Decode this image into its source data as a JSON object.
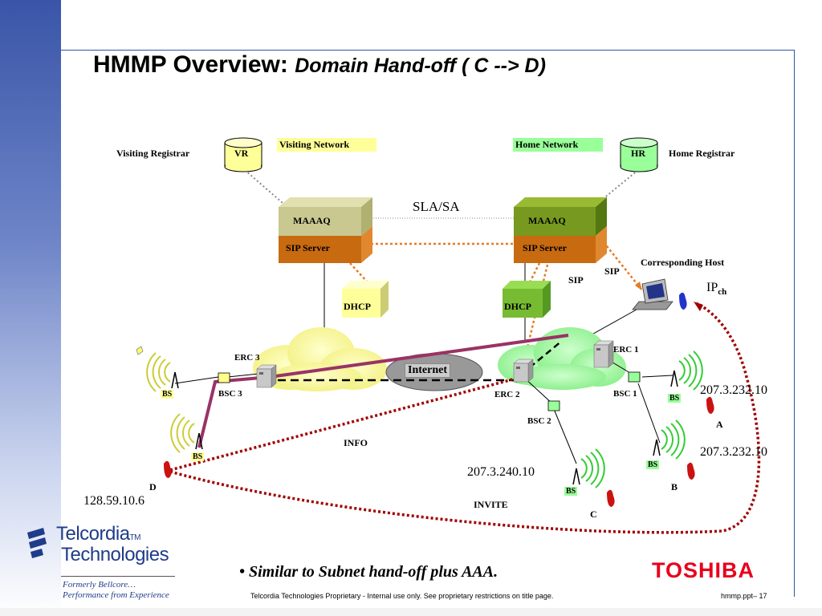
{
  "slide": {
    "title_main": "HMMP Overview:",
    "title_sub": "Domain Hand-off ( C --> D)",
    "bullet": "• Similar to Subnet hand-off plus AAA.",
    "footer": "Telcordia Technologies Proprietary - Internal use only.  See proprietary restrictions on title page.",
    "page_number": "hmmp.ppt– 17"
  },
  "logos": {
    "telcordia_line1": "Telcordia",
    "telcordia_tm": "TM",
    "telcordia_line2": "Technologies",
    "telcordia_formerly": "Formerly Bellcore…",
    "telcordia_tagline": "Performance from Experience",
    "toshiba": "TOSHIBA"
  },
  "colors": {
    "yellow_box": "#ffff99",
    "green_box": "#99ff99",
    "orange_server": "#c86a10",
    "dotted_red": "#a00000",
    "handoff_line": "#993366",
    "toshiba_red": "#e8001c",
    "telcordia_blue": "#1f3c8a"
  },
  "diagram": {
    "visiting_registrar_label": "Visiting Registrar",
    "vr": "VR",
    "visiting_network": "Visiting Network",
    "home_network": "Home Network",
    "hr": "HR",
    "home_registrar_label": "Home Registrar",
    "sla": "SLA/SA",
    "maaaq_left": "MAAAQ",
    "sip_server_left": "SIP Server",
    "maaaq_right": "MAAAQ",
    "sip_server_right": "SIP Server",
    "dhcp_left": "DHCP",
    "dhcp_right": "DHCP",
    "corresponding_host": "Corresponding Host",
    "sip_1": "SIP",
    "sip_2": "SIP",
    "ip_ch_main": "IP",
    "ip_ch_sub": "ch",
    "internet": "Internet",
    "erc3": "ERC 3",
    "erc2": "ERC 2",
    "erc1": "ERC 1",
    "bsc3": "BSC 3",
    "bsc2": "BSC 2",
    "bsc1": "BSC 1",
    "bs_d_top": "BS",
    "bs_d_bottom": "BS",
    "bs_c": "BS",
    "bs_a": "BS",
    "bs_b": "BS",
    "info": "INFO",
    "invite": "INVITE",
    "mobile_d": "D",
    "ip_d": "128.59.10.6",
    "mobile_c": "C",
    "ip_c": "207.3.240.10",
    "mobile_a": "A",
    "ip_a": "207.3.232.10",
    "mobile_b": "B",
    "ip_b": "207.3.232.10"
  }
}
